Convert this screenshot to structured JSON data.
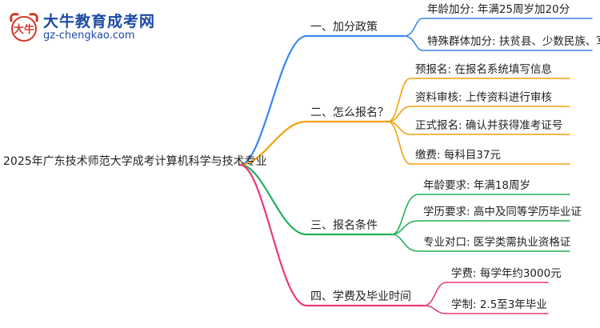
{
  "brand": {
    "name": "大牛教育成考网",
    "url": "gz-chengkao.com",
    "logo_text": "大牛"
  },
  "colors": {
    "blue": "#3a86f0",
    "orange": "#f2a20d",
    "green": "#21b05a",
    "pink": "#e93a7c",
    "brand": "#1a49a3"
  },
  "mindmap": {
    "root": "2025年广东技术师范大学成考计算机科学与技术专业",
    "branches": [
      {
        "label": "一、加分政策",
        "color": "blue",
        "children": [
          "年龄加分: 年满25周岁加20分",
          "特殊群体加分: 扶贫县、少数民族、军人"
        ]
      },
      {
        "label": "二、怎么报名？",
        "color": "orange",
        "children": [
          "预报名: 在报名系统填写信息",
          "资料审核: 上传资料进行审核",
          "正式报名: 确认并获得准考证号",
          "缴费: 每科目37元"
        ]
      },
      {
        "label": "三、报名条件",
        "color": "green",
        "children": [
          "年龄要求: 年满18周岁",
          "学历要求: 高中及同等学历毕业证",
          "专业对口: 医学类需执业资格证"
        ]
      },
      {
        "label": "四、学费及毕业时间",
        "color": "pink",
        "children": [
          "学费: 每学年约3000元",
          "学制: 2.5至3年毕业"
        ]
      }
    ]
  }
}
